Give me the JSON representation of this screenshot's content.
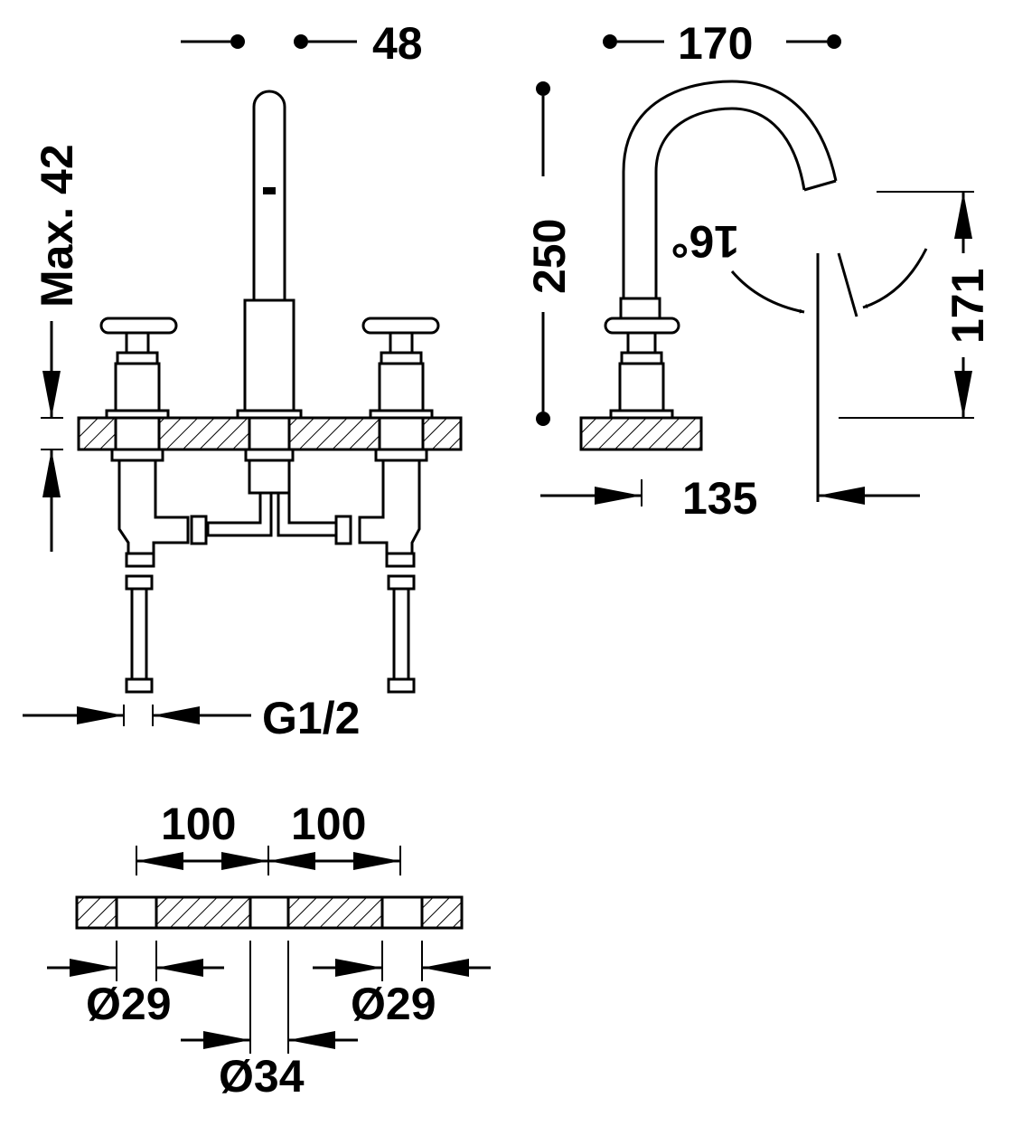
{
  "drawing": {
    "front_view": {
      "top_dimension": "48",
      "height_dimension": "Max. 42",
      "connection_label": "G1/2"
    },
    "side_view": {
      "top_dimension": "170",
      "height_dimension": "250",
      "angle_label": "16°",
      "spout_height": "171",
      "reach_dimension": "135"
    },
    "plan_view": {
      "spacing_left": "100",
      "spacing_right": "100",
      "hole_left": "Ø29",
      "hole_right": "Ø29",
      "hole_center": "Ø34"
    }
  }
}
